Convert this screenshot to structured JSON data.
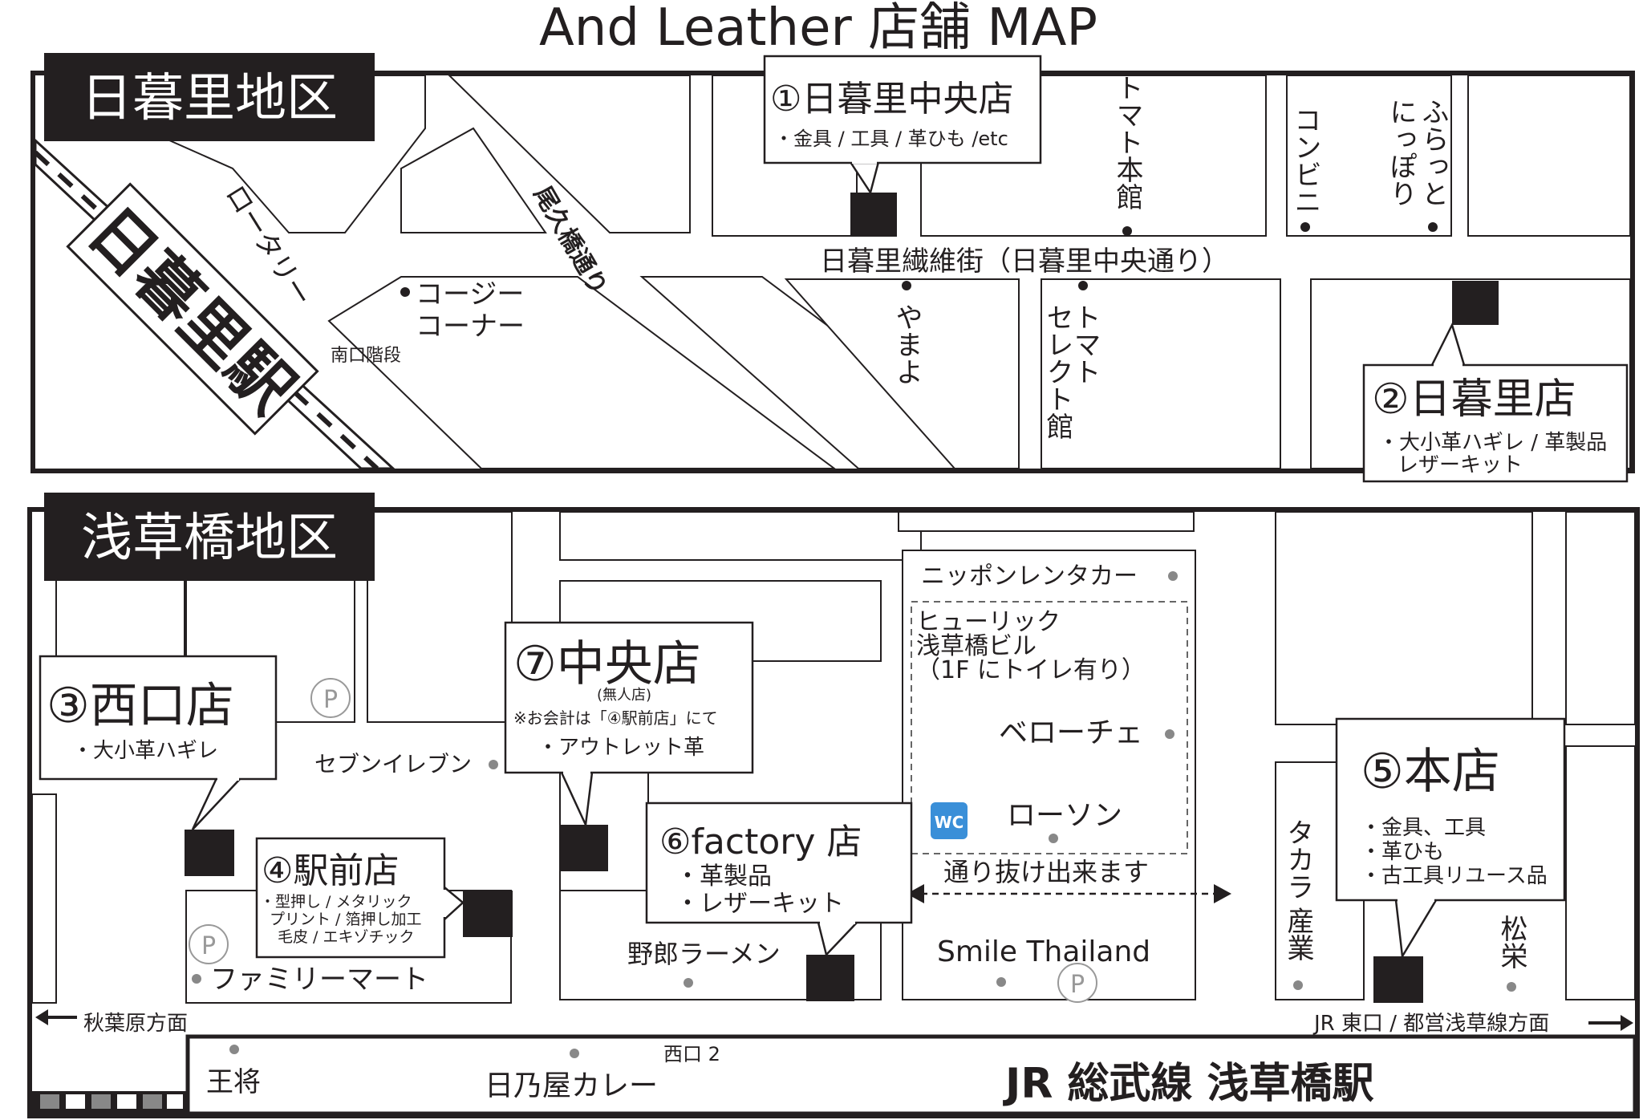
{
  "title": "And Leather 店舗 MAP",
  "colors": {
    "ink": "#231f20",
    "wc_blue": "#3a8fd8",
    "white": "#ffffff"
  },
  "nippori": {
    "district": "日暮里地区",
    "station": "日暮里駅",
    "south_stairs": "南口階段",
    "rotary": "ロータリー",
    "onoku_street": "尾久橋通り",
    "cozy_corner_1": "コージー",
    "cozy_corner_2": "コーナー",
    "textile_street": "日暮里繊維街（日暮里中央通り）",
    "tomato_honkan": "トマト本館",
    "tomato_select_1": "トマト",
    "tomato_select_2": "セレクト館",
    "yamayo": "やまよ",
    "konbini": "コンビニ",
    "furatto_1": "ふらっと",
    "furatto_2": "にっぽり",
    "shop1": {
      "title": "①日暮里中央店",
      "desc": "・金具 / 工具 / 革ひも /etc"
    },
    "shop2": {
      "title": "②日暮里店",
      "desc1": "・大小革ハギレ / 革製品",
      "desc2": "レザーキット"
    }
  },
  "asakusabashi": {
    "district": "浅草橋地区",
    "nippon_rent": "ニッポンレンタカー",
    "hulic_1": "ヒューリック",
    "hulic_2": "浅草橋ビル",
    "hulic_3": "（1F にトイレ有り）",
    "belloche": "ベローチェ",
    "lawson": "ローソン",
    "wc": "WC",
    "pass_through": "通り抜け出来ます",
    "smile_thailand": "Smile Thailand",
    "seven_eleven": "セブンイレブン",
    "familymart": "ファミリーマート",
    "yaro_ramen": "野郎ラーメン",
    "takara_1": "タカラ",
    "takara_2": "産業",
    "shoei": "松栄",
    "gyoza": "王将",
    "hinoya": "日乃屋カレー",
    "nishiguchi2": "西口 2",
    "akihabara": "秋葉原方面",
    "jr_east": "JR 東口 / 都営浅草線方面",
    "station": "JR 総武線  浅草橋駅",
    "parking": "P",
    "shop3": {
      "title": "③西口店",
      "desc": "・大小革ハギレ"
    },
    "shop4": {
      "title": "④駅前店",
      "desc1": "・型押し / メタリック",
      "desc2": "プリント / 箔押し加工",
      "desc3": "毛皮 / エキゾチック"
    },
    "shop5": {
      "title": "⑤本店",
      "desc1": "・金具、工具",
      "desc2": "・革ひも",
      "desc3": "・古工具リユース品"
    },
    "shop6": {
      "title": "⑥factory 店",
      "desc1": "・革製品",
      "desc2": "・レザーキット"
    },
    "shop7": {
      "title": "⑦中央店",
      "sub": "(無人店)",
      "note": "※お会計は「④駅前店」にて",
      "desc": "・アウトレット革"
    }
  }
}
